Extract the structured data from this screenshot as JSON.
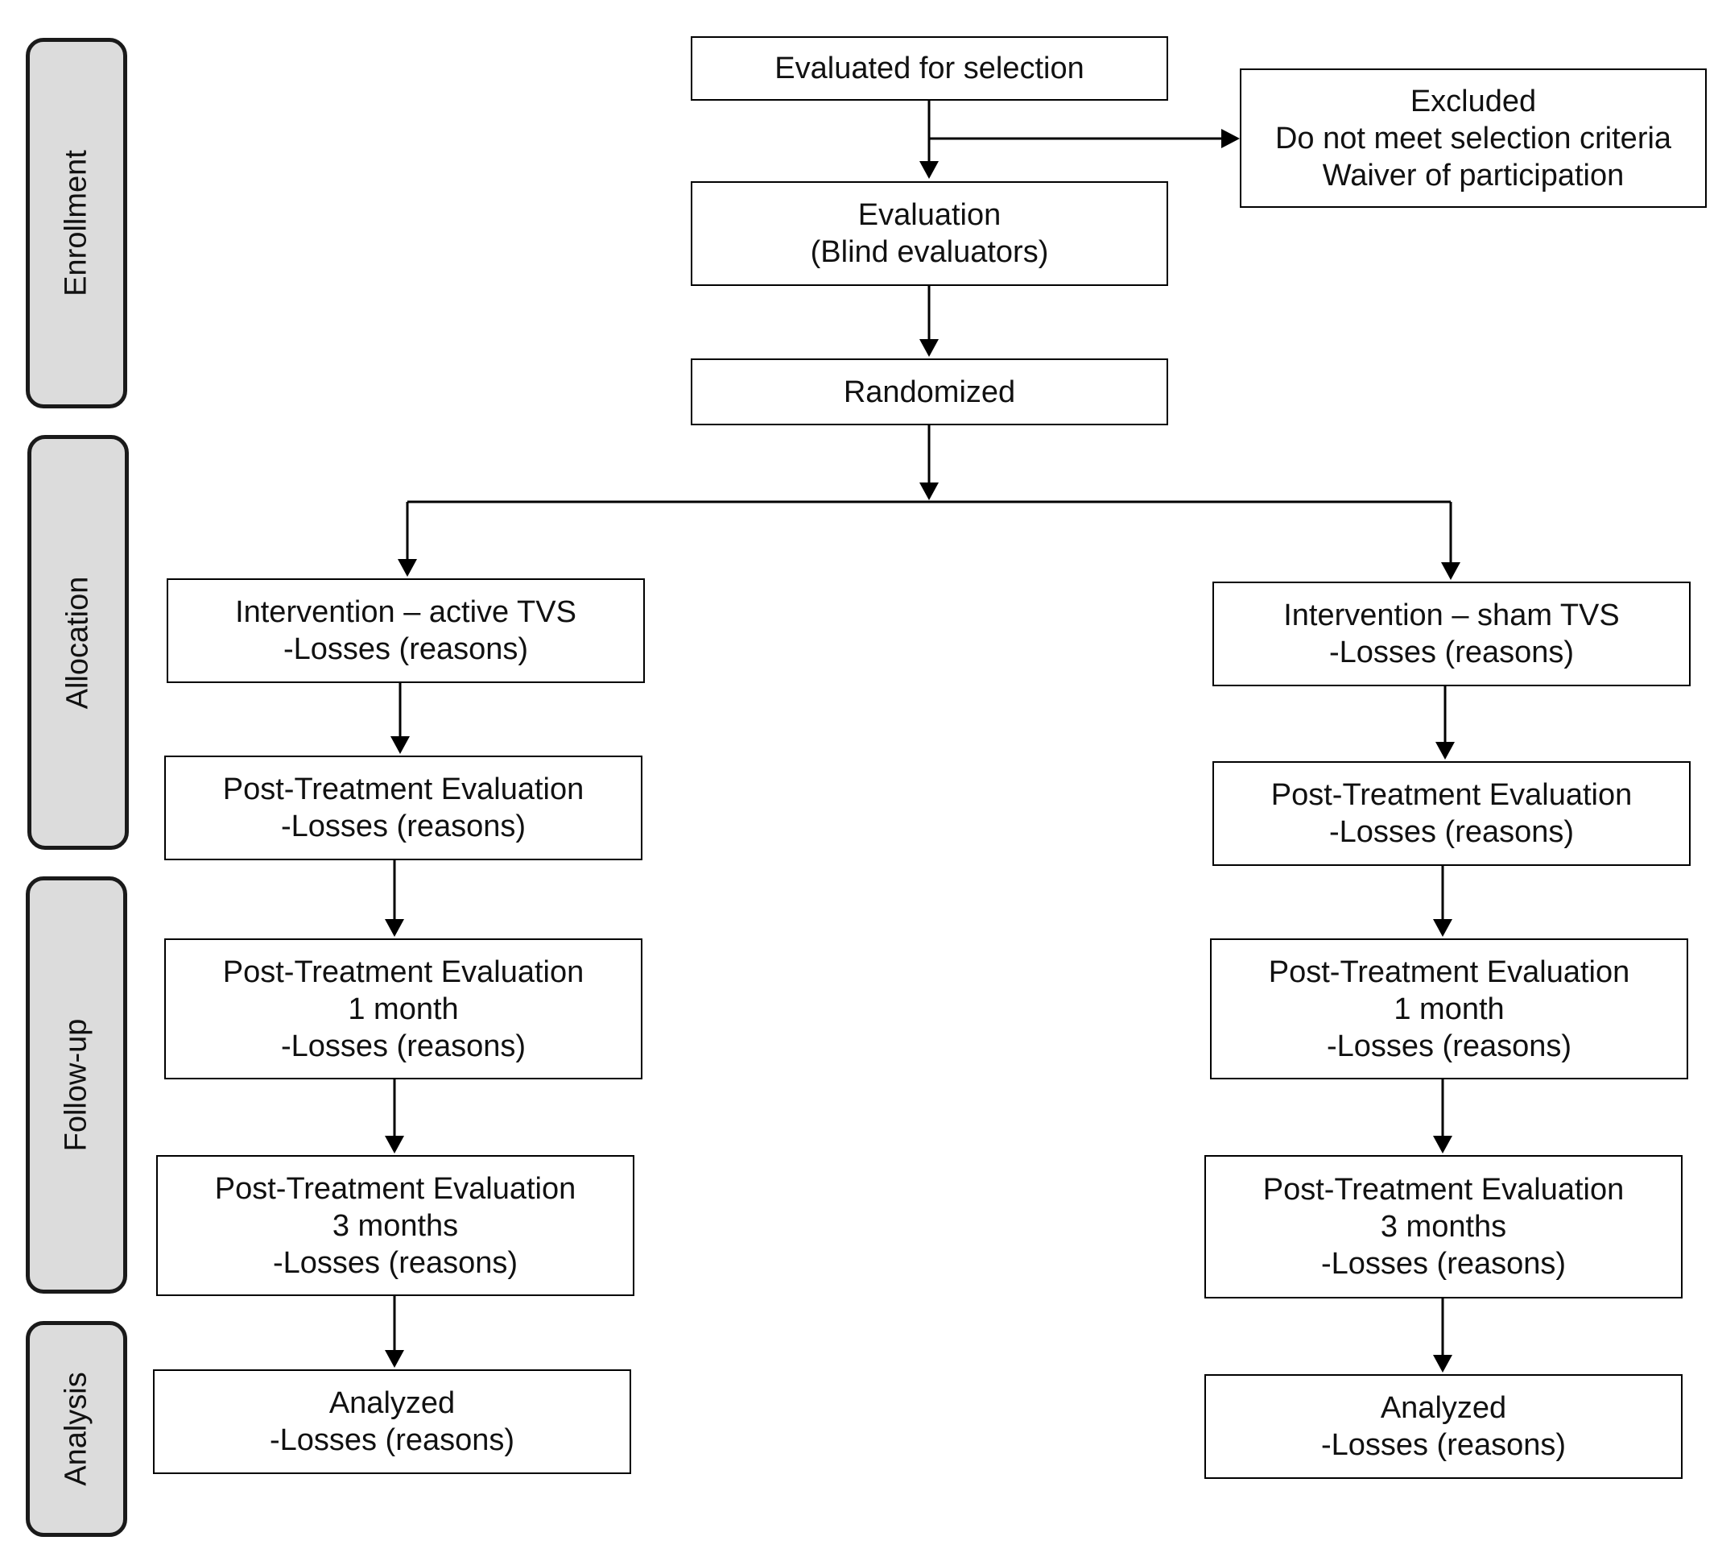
{
  "phases": {
    "enrollment": "Enrollment",
    "allocation": "Allocation",
    "followup": "Follow-up",
    "analysis": "Analysis"
  },
  "top": {
    "evaluated": "Evaluated for selection",
    "excluded": [
      "Excluded",
      "Do not meet selection criteria",
      "Waiver of participation"
    ],
    "evaluation": [
      "Evaluation",
      "(Blind evaluators)"
    ],
    "randomized": "Randomized"
  },
  "left": {
    "intervention": [
      "Intervention – active TVS",
      "-Losses (reasons)"
    ],
    "post": [
      "Post-Treatment Evaluation",
      "-Losses (reasons)"
    ],
    "m1": [
      "Post-Treatment Evaluation",
      "1 month",
      "-Losses (reasons)"
    ],
    "m3": [
      "Post-Treatment Evaluation",
      "3 months",
      "-Losses (reasons)"
    ],
    "analyzed": [
      "Analyzed",
      "-Losses (reasons)"
    ]
  },
  "right": {
    "intervention": [
      "Intervention – sham TVS",
      "-Losses (reasons)"
    ],
    "post": [
      "Post-Treatment Evaluation",
      "-Losses (reasons)"
    ],
    "m1": [
      "Post-Treatment Evaluation",
      "1 month",
      "-Losses (reasons)"
    ],
    "m3": [
      "Post-Treatment Evaluation",
      "3 months",
      "-Losses (reasons)"
    ],
    "analyzed": [
      "Analyzed",
      "-Losses (reasons)"
    ]
  }
}
